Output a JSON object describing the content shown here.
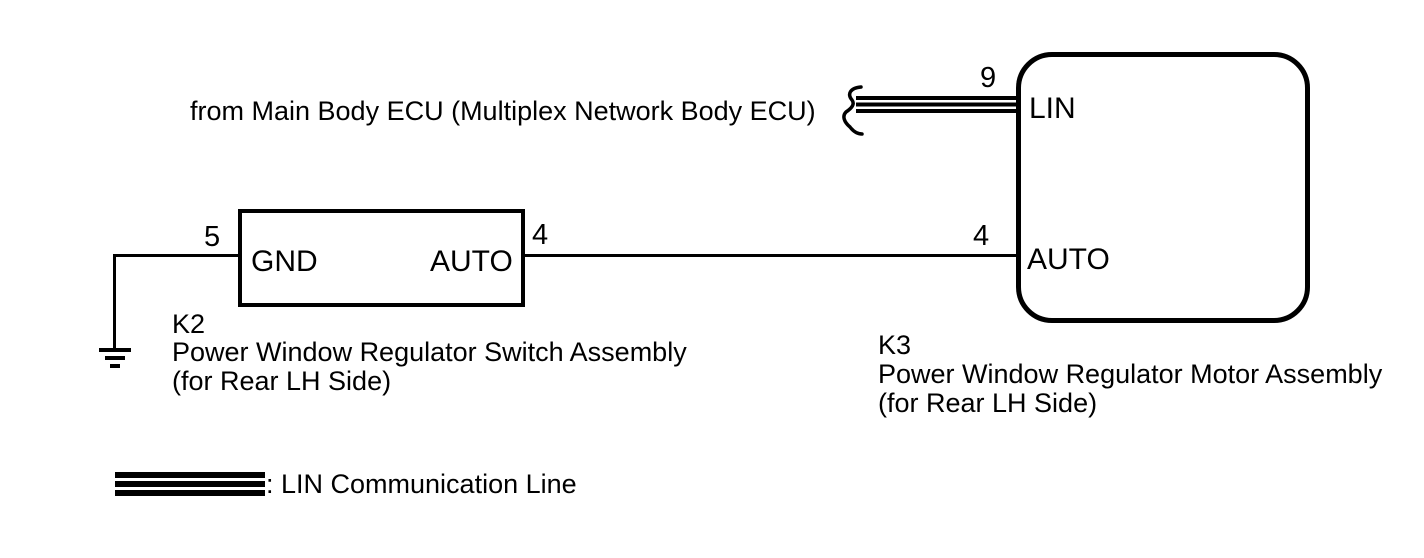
{
  "diagram": {
    "source_note": "from Main Body ECU (Multiplex Network Body ECU)",
    "legend_label": ": LIN Communication Line",
    "colors": {
      "line": "#000000",
      "background": "#ffffff"
    }
  },
  "components": {
    "k2": {
      "ref": "K2",
      "name": "Power Window Regulator Switch Assembly",
      "variant": "(for Rear LH Side)",
      "pins": {
        "gnd": {
          "number": "5",
          "label": "GND"
        },
        "auto": {
          "number": "4",
          "label": "AUTO"
        }
      }
    },
    "k3": {
      "ref": "K3",
      "name": "Power Window Regulator Motor Assembly",
      "variant": "(for Rear LH Side)",
      "pins": {
        "lin": {
          "number": "9",
          "label": "LIN"
        },
        "auto": {
          "number": "4",
          "label": "AUTO"
        }
      }
    }
  }
}
